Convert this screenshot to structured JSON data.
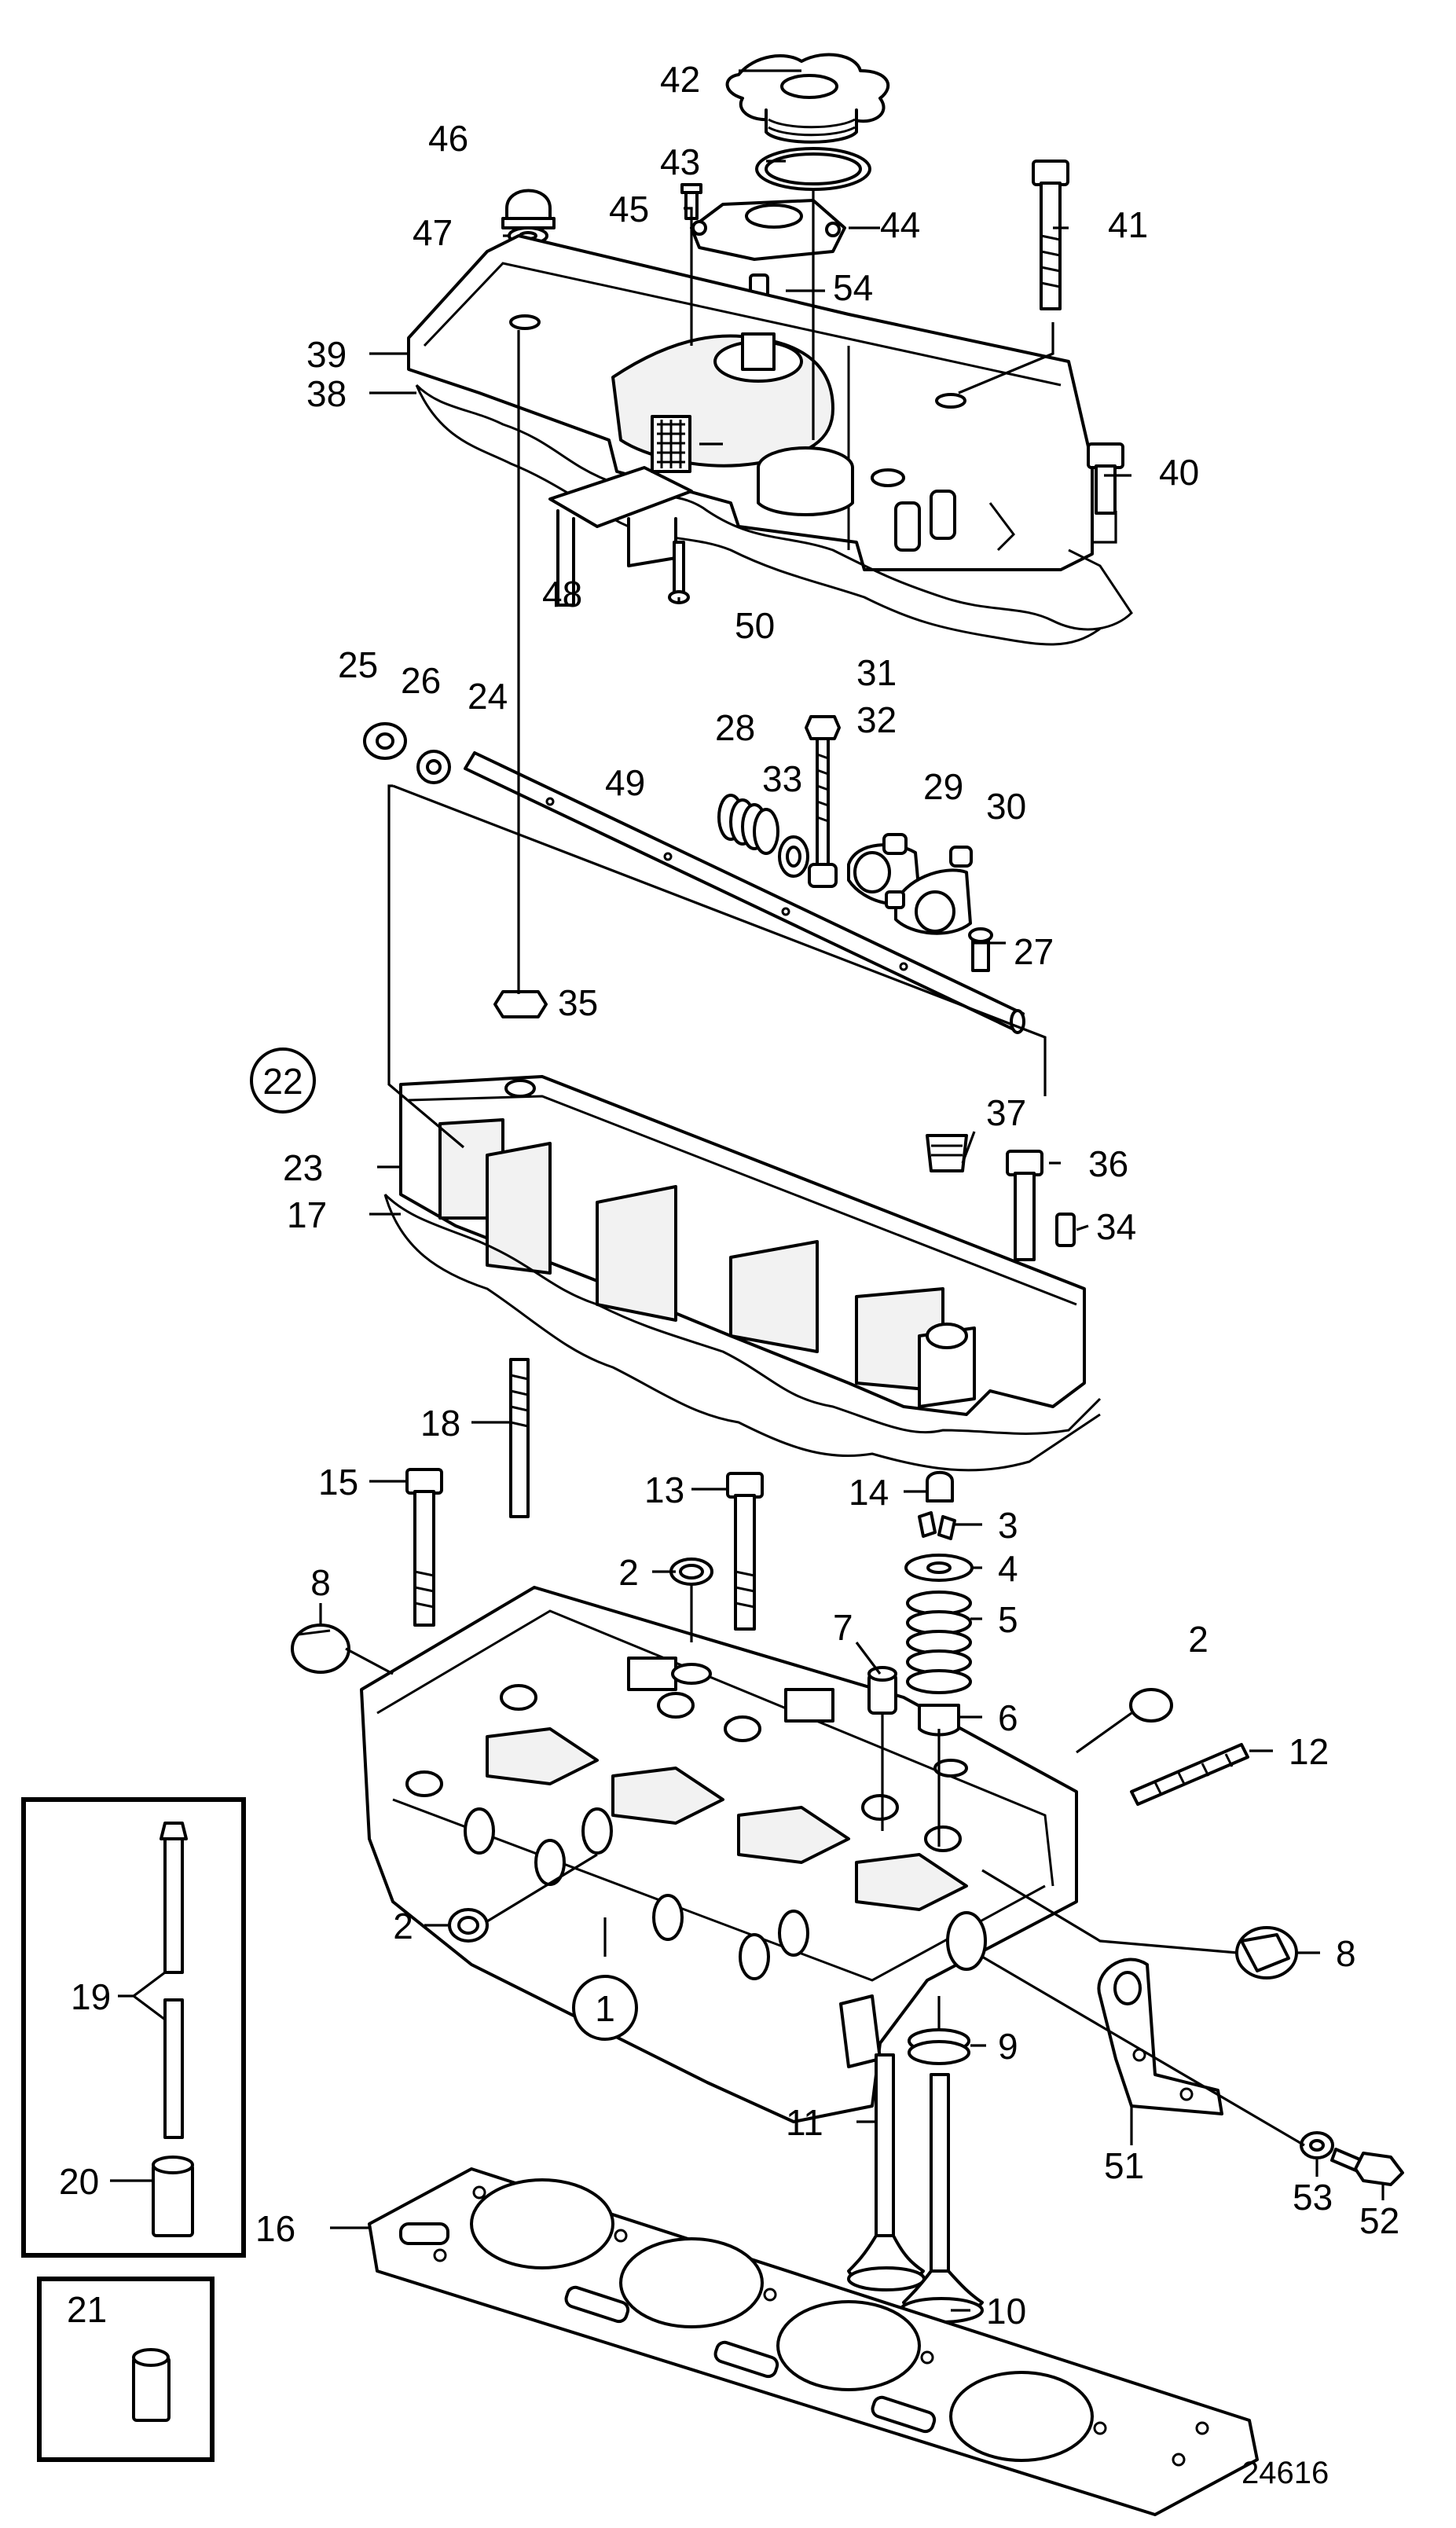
{
  "figure_number": "24616",
  "colors": {
    "line": "#000000",
    "background": "#ffffff"
  },
  "callouts": [
    {
      "id": "c1",
      "label": "1",
      "circled": true
    },
    {
      "id": "c2a",
      "label": "2"
    },
    {
      "id": "c2b",
      "label": "2"
    },
    {
      "id": "c2c",
      "label": "2"
    },
    {
      "id": "c3",
      "label": "3"
    },
    {
      "id": "c4",
      "label": "4"
    },
    {
      "id": "c5",
      "label": "5"
    },
    {
      "id": "c6",
      "label": "6"
    },
    {
      "id": "c7",
      "label": "7"
    },
    {
      "id": "c8a",
      "label": "8"
    },
    {
      "id": "c8b",
      "label": "8"
    },
    {
      "id": "c9",
      "label": "9"
    },
    {
      "id": "c10",
      "label": "10"
    },
    {
      "id": "c11",
      "label": "11"
    },
    {
      "id": "c12",
      "label": "12"
    },
    {
      "id": "c13",
      "label": "13"
    },
    {
      "id": "c14",
      "label": "14"
    },
    {
      "id": "c15",
      "label": "15"
    },
    {
      "id": "c16",
      "label": "16"
    },
    {
      "id": "c17",
      "label": "17"
    },
    {
      "id": "c18",
      "label": "18"
    },
    {
      "id": "c19",
      "label": "19"
    },
    {
      "id": "c20",
      "label": "20"
    },
    {
      "id": "c21",
      "label": "21"
    },
    {
      "id": "c22",
      "label": "22",
      "circled": true
    },
    {
      "id": "c23",
      "label": "23"
    },
    {
      "id": "c24",
      "label": "24"
    },
    {
      "id": "c25",
      "label": "25"
    },
    {
      "id": "c26",
      "label": "26"
    },
    {
      "id": "c27",
      "label": "27"
    },
    {
      "id": "c28",
      "label": "28"
    },
    {
      "id": "c29",
      "label": "29"
    },
    {
      "id": "c30",
      "label": "30"
    },
    {
      "id": "c31",
      "label": "31"
    },
    {
      "id": "c32",
      "label": "32"
    },
    {
      "id": "c33",
      "label": "33"
    },
    {
      "id": "c34",
      "label": "34"
    },
    {
      "id": "c35",
      "label": "35"
    },
    {
      "id": "c36",
      "label": "36"
    },
    {
      "id": "c37",
      "label": "37"
    },
    {
      "id": "c38",
      "label": "38"
    },
    {
      "id": "c39",
      "label": "39"
    },
    {
      "id": "c40",
      "label": "40"
    },
    {
      "id": "c41",
      "label": "41"
    },
    {
      "id": "c42",
      "label": "42"
    },
    {
      "id": "c43",
      "label": "43"
    },
    {
      "id": "c44",
      "label": "44"
    },
    {
      "id": "c45",
      "label": "45"
    },
    {
      "id": "c46",
      "label": "46"
    },
    {
      "id": "c47",
      "label": "47"
    },
    {
      "id": "c48",
      "label": "48"
    },
    {
      "id": "c49",
      "label": "49"
    },
    {
      "id": "c50",
      "label": "50"
    },
    {
      "id": "c51",
      "label": "51"
    },
    {
      "id": "c52",
      "label": "52"
    },
    {
      "id": "c53",
      "label": "53"
    },
    {
      "id": "c54",
      "label": "54"
    }
  ]
}
